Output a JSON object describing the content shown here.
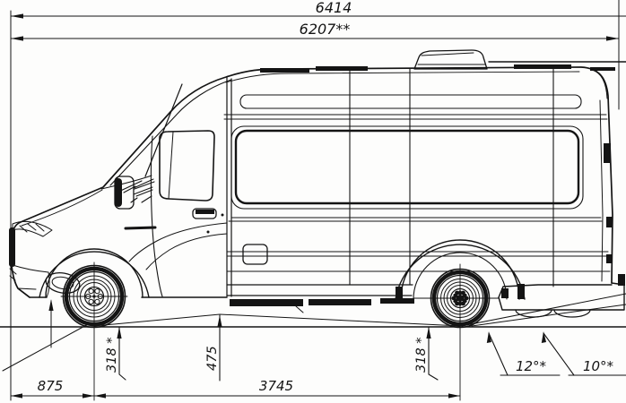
{
  "drawing": {
    "type": "technical-side-view-dimension-drawing",
    "subject": "high-roof van silhouette with overall dimensions, clearances and departure angles",
    "labels": {
      "overall_length": "6414",
      "length_secondary": "6207**",
      "front_overhang": "875",
      "wheelbase": "3745",
      "clearance_front": "318 *",
      "clearance_mid": "475",
      "clearance_rear": "318 *",
      "angle_rear_1": "12°*",
      "angle_rear_2": "10°*"
    },
    "colors": {
      "ink": "#141414",
      "paper": "#fdfdfc"
    }
  }
}
